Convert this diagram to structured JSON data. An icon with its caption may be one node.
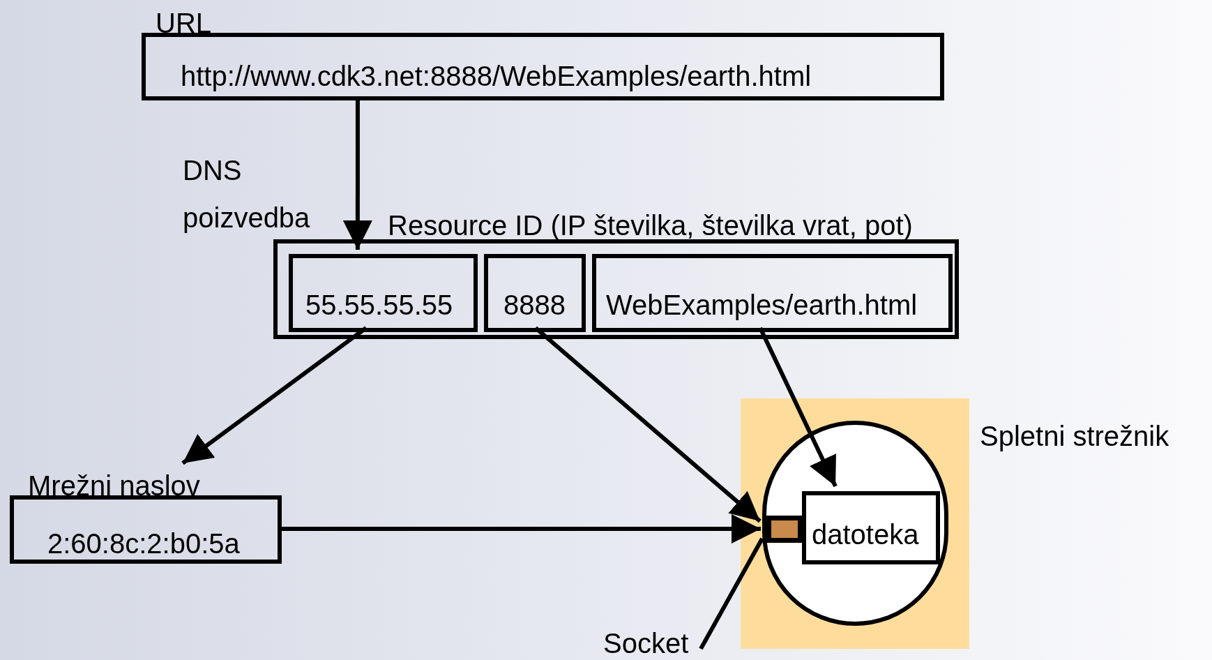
{
  "diagram": {
    "nodes": [
      {
        "text": [
          "URL",
          "http://www.cdk3.net:8888/WebExamples/earth.html"
        ]
      },
      {
        "text": [
          "Resource ID (IP številka, številka vrat, pot)"
        ]
      },
      {
        "text": [
          "55.55.55.55"
        ],
        "in": 1
      },
      {
        "text": [
          "8888"
        ],
        "in": 1
      },
      {
        "text": [
          "WebExamples/earth.html"
        ],
        "in": 1
      },
      {
        "text": [
          "Mrežni naslov",
          "2:60:8c:2:b0:5a"
        ]
      },
      {
        "text": [
          "Spletni strežnik"
        ]
      },
      {
        "text": [],
        "shape": "circle",
        "in": 6
      },
      {
        "text": [
          "datoteka"
        ],
        "in": 7
      },
      {
        "text": [],
        "shape": "box",
        "in": 7
      },
      {
        "text": [
          "Socket"
        ]
      }
    ],
    "edges": [
      {
        "from": 0,
        "to": 2,
        "arrow": "to",
        "label": "DNS poizvedba"
      },
      {
        "from": 2,
        "to": 5,
        "arrow": "to"
      },
      {
        "from": 3,
        "to": 9,
        "arrow": "to"
      },
      {
        "from": 5,
        "to": 9,
        "arrow": "to"
      },
      {
        "from": 4,
        "to": 8,
        "arrow": "to"
      },
      {
        "from": 10,
        "to": 9,
        "arrow": "none"
      }
    ]
  }
}
